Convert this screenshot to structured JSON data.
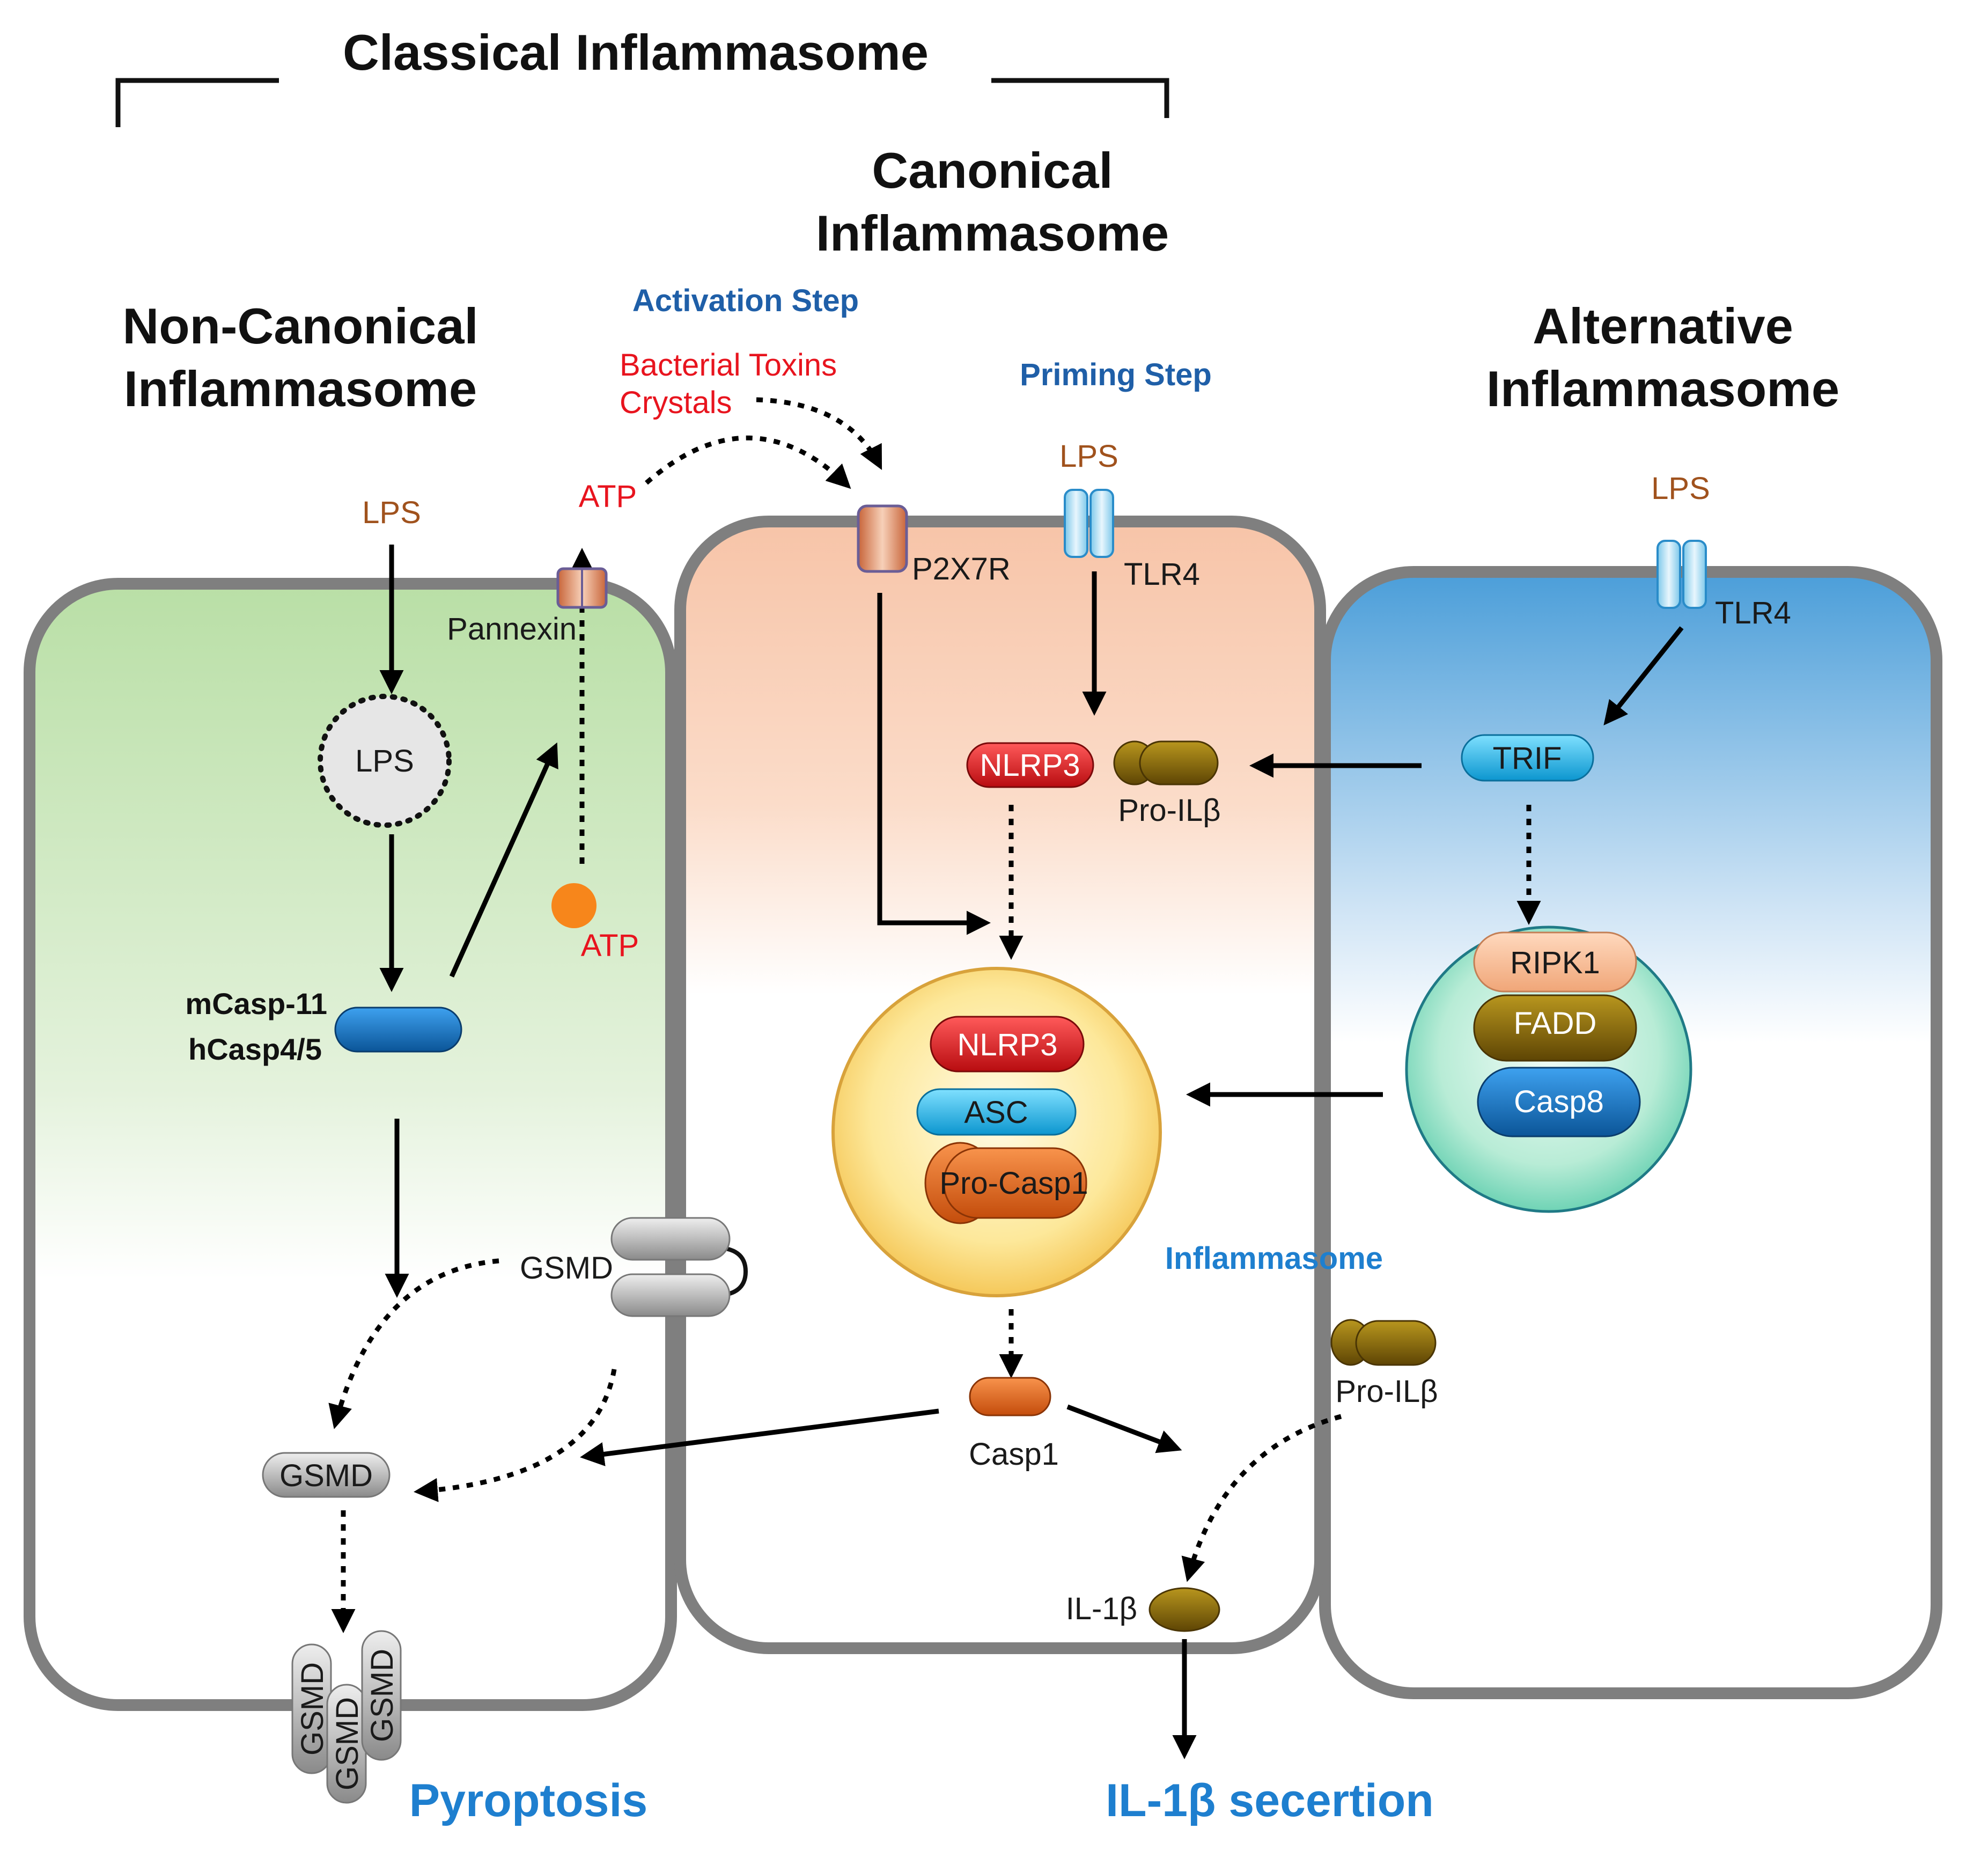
{
  "headers": {
    "classical": "Classical Inflammasome",
    "canonical_line1": "Canonical",
    "canonical_line2": "Inflammasome",
    "noncanonical_line1": "Non-Canonical",
    "noncanonical_line2": "Inflammasome",
    "alternative_line1": "Alternative",
    "alternative_line2": "Inflammasome"
  },
  "steps": {
    "activation": "Activation Step",
    "priming": "Priming Step",
    "bacterial_toxins": "Bacterial Toxins",
    "crystals": "Crystals"
  },
  "noncanonical": {
    "lps_outside": "LPS",
    "lps_inside": "LPS",
    "atp_outside": "ATP",
    "atp_inside": "ATP",
    "pannexin": "Pannexin",
    "mcasp11": "mCasp-11",
    "hcasp45": "hCasp4/5",
    "gsmd_dimer": "GSMD",
    "gsmd_cleaved": "GSMD",
    "gsmd_pore": [
      "GSMD",
      "GSMD",
      "GSMD"
    ],
    "pyroptosis": "Pyroptosis"
  },
  "canonical": {
    "lps": "LPS",
    "p2x7r": "P2X7R",
    "tlr4": "TLR4",
    "nlrp3": "NLRP3",
    "pro_il1b": "Pro-ILβ",
    "complex_nlrp3": "NLRP3",
    "complex_asc": "ASC",
    "complex_procasp1": "Pro-Casp1",
    "inflammasome_label": "Inflammasome",
    "casp1": "Casp1",
    "pro_il1b_2": "Pro-ILβ",
    "il1b": "IL-1β",
    "secretion": "IL-1β secertion"
  },
  "alternative": {
    "lps": "LPS",
    "tlr4": "TLR4",
    "trif": "TRIF",
    "ripk1": "RIPK1",
    "fadd": "FADD",
    "casp8": "Casp8"
  },
  "colors": {
    "green_cell": "#c9e5bd",
    "peach_cell": "#f7c7ad",
    "blue_cell": "#5aa6dc",
    "nlrp3_red": "#e3141c",
    "asc_cyan": "#1ab7ea",
    "procasp_orange": "#e6641a",
    "brown_il1b": "#8a6a10",
    "casp11_blue": "#1472c2",
    "text_blue": "#1e7fcf",
    "text_red": "#e8141e",
    "text_brown": "#a0521d"
  }
}
